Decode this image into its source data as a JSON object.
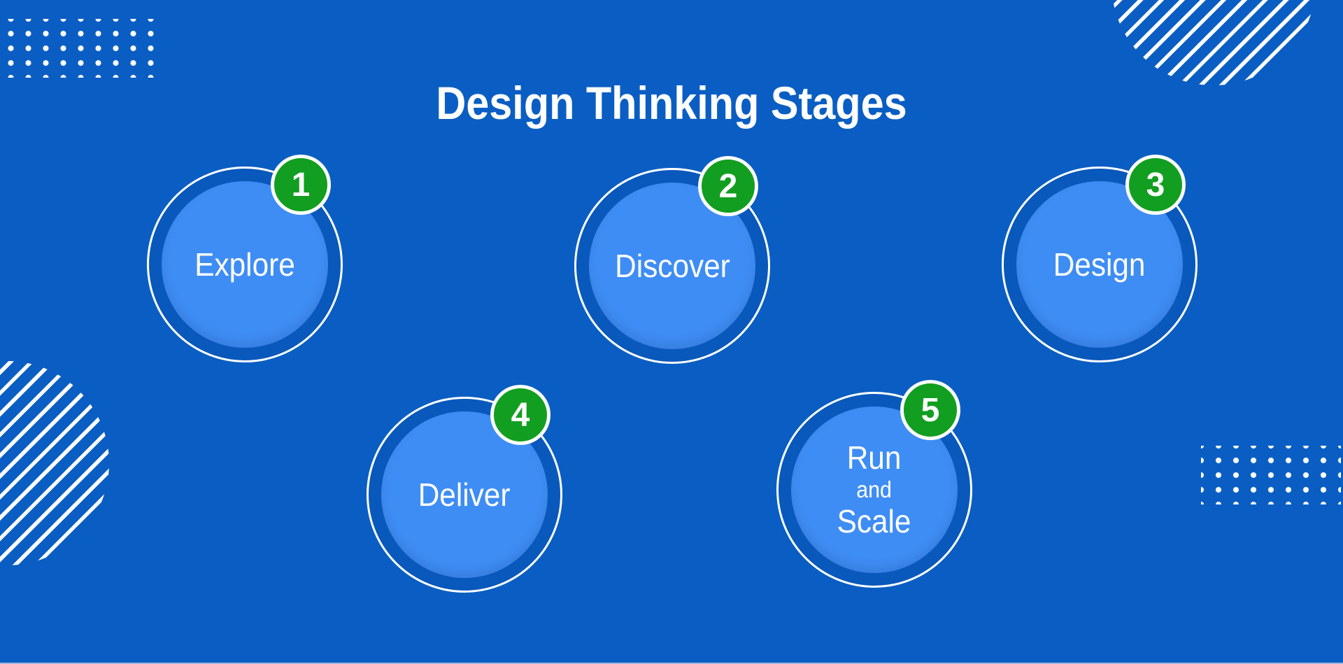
{
  "title": "Design Thinking Stages",
  "stages": [
    {
      "number": "1",
      "label": "Explore"
    },
    {
      "number": "2",
      "label": "Discover"
    },
    {
      "number": "3",
      "label": "Design"
    },
    {
      "number": "4",
      "label": "Deliver"
    },
    {
      "number": "5",
      "label": "Run and Scale",
      "lines": [
        "Run",
        "and",
        "Scale"
      ]
    }
  ],
  "colors": {
    "background": "#0A5EC3",
    "ring_gap": "#0958BC",
    "circle_fill": "#3E8DF5",
    "badge_green": "#129E20",
    "text": "#FFFFFF",
    "bottom_line": "#9FB5DE"
  },
  "decorations": {
    "top_left_dots": {
      "rows": 4,
      "cols": 9
    },
    "bottom_right_dots": {
      "rows": 4,
      "cols": 8
    },
    "top_right_circle": "diagonal-stripes",
    "bottom_left_circle": "diagonal-stripes"
  }
}
